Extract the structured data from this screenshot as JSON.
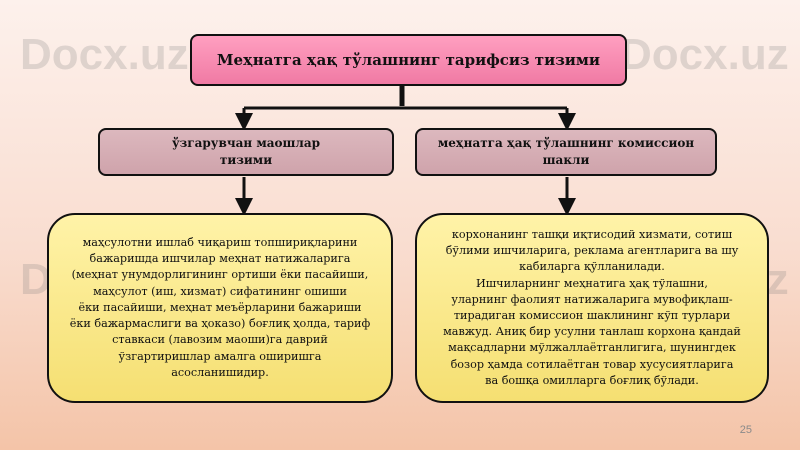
{
  "watermark": "Docx.uz",
  "title": "Меҳнатга ҳақ тўлашнинг тарифсиз тизими",
  "branches": [
    {
      "label": "ўзгарувчан маошлар\nтизими",
      "description": "маҳсулотни ишлаб чиқариш топшириқларини\nбажаришда ишчилар меҳнат натижаларига\n(меҳнат унумдорлигининг ортиши ёки пасайиши,\nмаҳсулот (иш, хизмат) сифатининг ошиши\nёки пасайиши, меҳнат меъёрларини бажариши\nёки бажармаслиги ва ҳоказо) боғлиқ ҳолда, тариф\nставкаси (лавозим маоши)га даврий\nўзгартиришлар амалга оширишга\nасосланишидир."
    },
    {
      "label": "меҳнатга ҳақ тўлашнинг комиссион\nшакли",
      "description": "корхонанинг ташқи иқтисодий хизмати, сотиш\nбўлими ишчиларига, реклама агентларига ва шу\nкабиларга қўлланилади.\nИшчиларнинг меҳнатига ҳақ тўлашни,\nуларнинг фаолият натижаларига мувофиқлаш-\nтирадиган комиссион шаклининг кўп турлари\nмавжуд.  Аниқ бир усулни танлаш корхона қандай\nмақсадларни мўлжаллаётганлигига, шунингдек\nбозор ҳамда сотилаётган товар хусусиятларига\nва бошқа омилларга боғлиқ бўлади."
    }
  ],
  "page_number": "25"
}
